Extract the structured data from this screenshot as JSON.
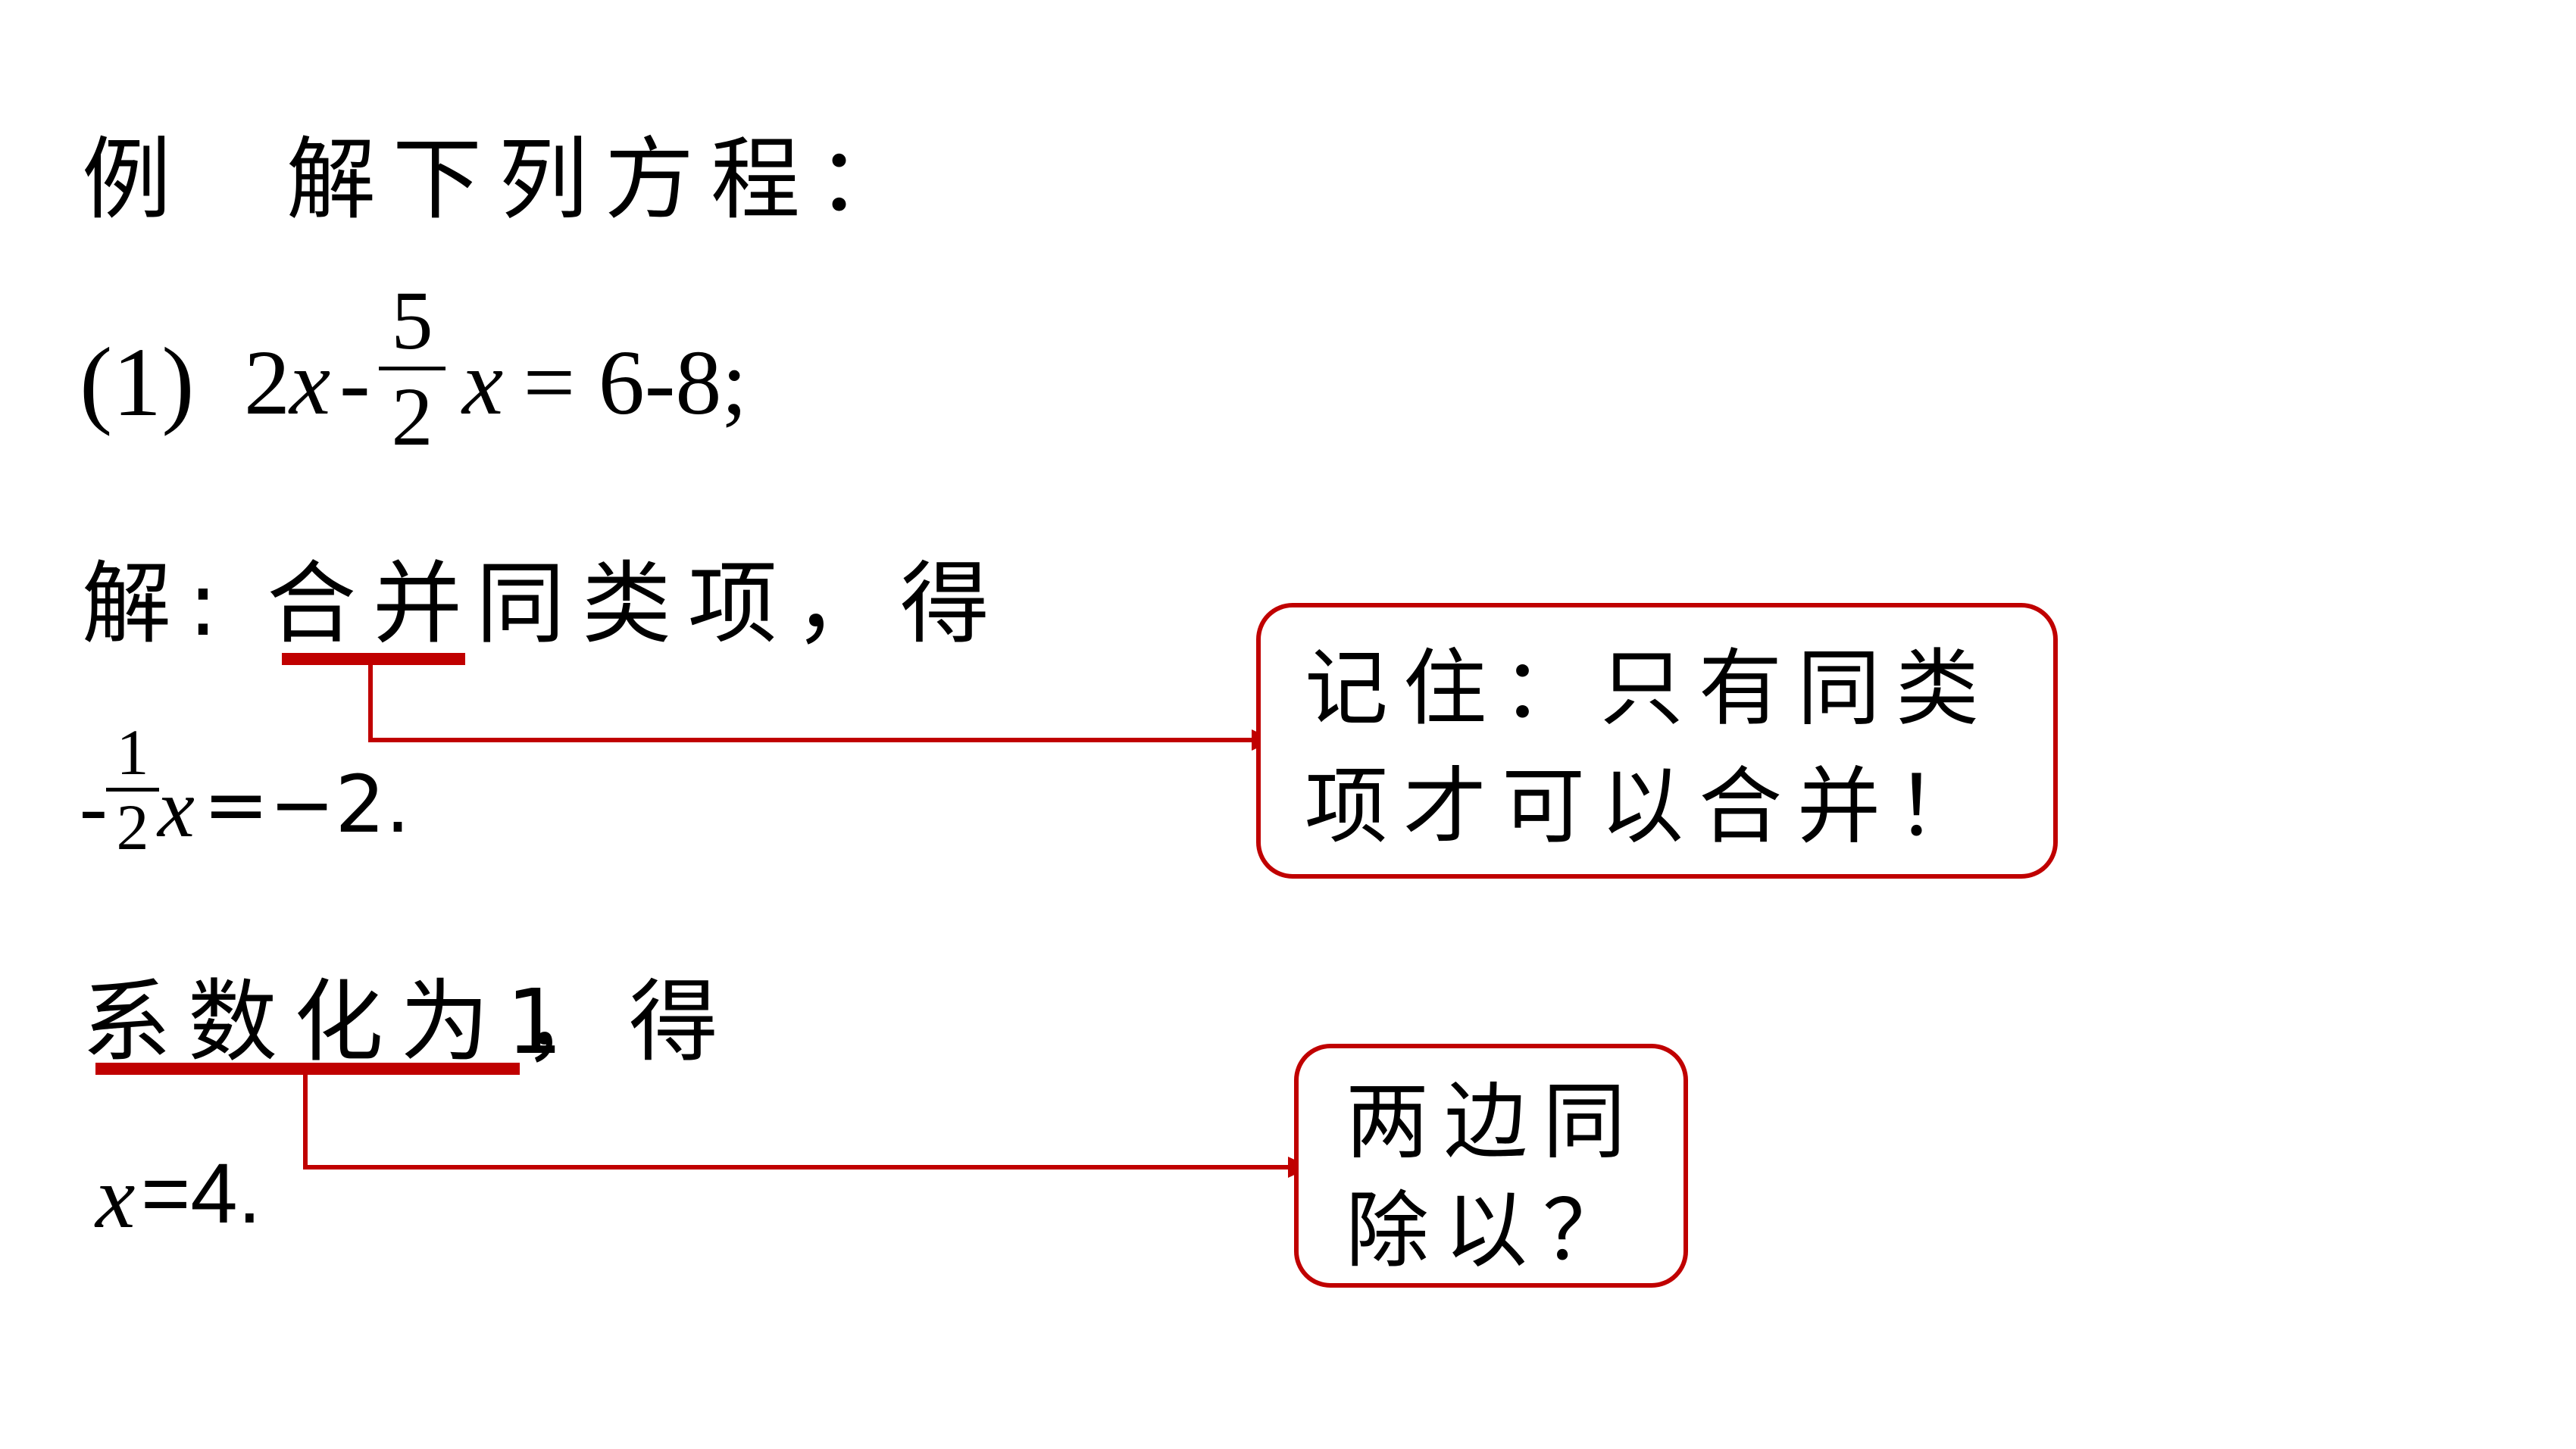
{
  "title": {
    "prefix": "例",
    "text": "解下列方程："
  },
  "problem": {
    "label": "(1)",
    "lhs_a": "2",
    "var1": "x",
    "minus": "-",
    "frac_num": "5",
    "frac_den": "2",
    "var2": "x",
    "rhs": " = 6-8;"
  },
  "step1": {
    "prefix": "解: ",
    "underlined": "合并",
    "rest": "同类项，得"
  },
  "result1": {
    "minus": "-",
    "frac_num": "1",
    "frac_den": "2",
    "var": "x",
    "rhs": "=−2."
  },
  "step2": {
    "underlined": "系数化为1",
    "rest": "，得"
  },
  "result2": {
    "var": "x",
    "rhs": "=4."
  },
  "callout1": {
    "line1": "记住：只有同类",
    "line2": "项才可以合并！"
  },
  "callout2": {
    "line1": "两边同",
    "line2": "除以？"
  },
  "colors": {
    "accent": "#c00000"
  }
}
